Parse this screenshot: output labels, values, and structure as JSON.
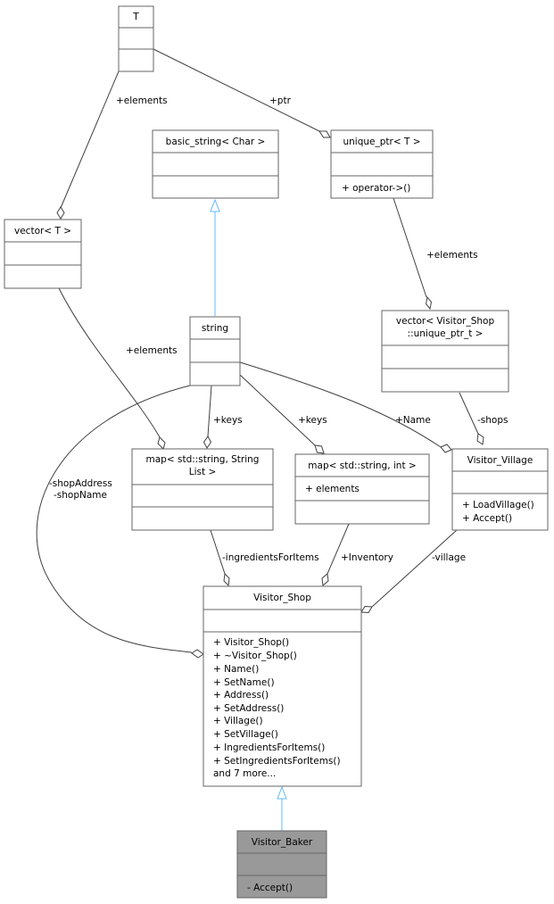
{
  "classes": {
    "T": {
      "name": "T"
    },
    "vector_T": {
      "name": "vector< T >"
    },
    "basic_string": {
      "name": "basic_string< Char >"
    },
    "unique_ptr": {
      "name": "unique_ptr< T >",
      "methods": [
        "+ operator->()"
      ]
    },
    "vector_unique": {
      "name_lines": [
        "vector< Visitor_Shop",
        "::unique_ptr_t >"
      ]
    },
    "string": {
      "name": "string"
    },
    "map_string_list": {
      "name_lines": [
        "map< std::string, String",
        "List >"
      ]
    },
    "map_string_int": {
      "name": "map< std::string, int >",
      "attributes": [
        "+ elements"
      ]
    },
    "visitor_village": {
      "name": "Visitor_Village",
      "methods": [
        "+ LoadVillage()",
        "+ Accept()"
      ]
    },
    "visitor_shop": {
      "name": "Visitor_Shop",
      "methods": [
        "+ Visitor_Shop()",
        "+ ~Visitor_Shop()",
        "+ Name()",
        "+ SetName()",
        "+ Address()",
        "+ SetAddress()",
        "+ Village()",
        "+ SetVillage()",
        "+ IngredientsForItems()",
        "+ SetIngredientsForItems()",
        "and 7 more..."
      ]
    },
    "visitor_baker": {
      "name": "Visitor_Baker",
      "methods": [
        "- Accept()"
      ]
    }
  },
  "edge_labels": {
    "t_vector": "+elements",
    "t_unique": "+ptr",
    "unique_vector": "+elements",
    "vector_map": "+elements",
    "string_map_list": "+keys",
    "string_map_int": "+keys",
    "string_village": "+Name",
    "vector_unique_village": "-shops",
    "string_shop": [
      "-shopAddress",
      "-shopName"
    ],
    "map_list_shop": "-ingredientsForItems",
    "map_int_shop": "+Inventory",
    "village_shop": "-village"
  },
  "colors": {
    "inheritance": "#63b8ff",
    "association": "#404040",
    "highlight_fill": "#999999",
    "box_stroke": "#666666"
  }
}
